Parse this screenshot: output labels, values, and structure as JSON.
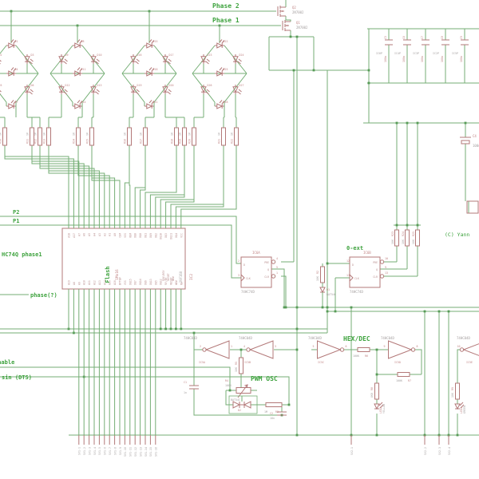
{
  "colors": {
    "wire_green": "#74ae74",
    "symbol_red": "#b37878",
    "label_green": "#3da23d",
    "ref_red": "#c08484",
    "value_gray": "#a5a0a0",
    "background": "#ffffff"
  },
  "labels": {
    "phase2": "Phase 2",
    "phase1": "Phase 1",
    "p2": "P2",
    "p1": "P1",
    "hc74q": "HC74Q phase1",
    "phase_q": "phase(?)",
    "enable": "enable",
    "sin": "sin (DTS)",
    "zero_ext": "0-ext",
    "pwm_osc": "PWM OSC",
    "hex_dec": "HEX/DEC",
    "copyright": "(C) Yann"
  },
  "flash": {
    "name": "Flash",
    "value": "1Mx16",
    "ref": "IC2",
    "part": "29F160",
    "side_pins": [
      "RDY/BSY",
      "RESET",
      "WE#"
    ],
    "top_pins": [
      "A18",
      "A17",
      "A7",
      "A6",
      "A5",
      "A4",
      "A3",
      "A2",
      "A1",
      "A0",
      "CE#",
      "VSS",
      "OE#",
      "DQ0",
      "DQ8",
      "DQ1",
      "DQ9",
      "DQ2",
      "DQ10",
      "DQ3",
      "DQ11",
      "DQ4",
      "VCC"
    ],
    "bottom_pins": [
      "A19",
      "A8",
      "A9",
      "A10",
      "A11",
      "A12",
      "A13",
      "A14",
      "A15",
      "A16",
      "BYTE#",
      "VSS",
      "DQ15",
      "DQ7",
      "DQ14",
      "DQ6",
      "DQ13",
      "DQ5",
      "DQ12",
      "RY/BY",
      "RESET",
      "WE#",
      "NC"
    ]
  },
  "transistors": [
    {
      "ref": "Q2",
      "value": "2N7002"
    },
    {
      "ref": "Q1",
      "value": "2N7002"
    }
  ],
  "bypass_caps": {
    "value": "100n",
    "refs": [
      "C5",
      "C6",
      "C7",
      "C8",
      "C9"
    ],
    "power_labels": [
      "IC6P",
      "IC4P",
      "IC3P",
      "IC2P",
      "IC5P"
    ]
  },
  "cap_c4": {
    "ref": "C4",
    "value": "100u"
  },
  "led_resistors": {
    "value": "1K",
    "refs": [
      "R10",
      "R11",
      "R12",
      "R13",
      "R14",
      "R15",
      "R16",
      "R17",
      "R18",
      "R19",
      "R20",
      "R21",
      "R22"
    ]
  },
  "pullups": {
    "value": "10K",
    "refs": [
      "R23",
      "R24",
      "R25"
    ]
  },
  "flipflops": [
    {
      "ref": "IC6A",
      "value": "74HC74D"
    },
    {
      "ref": "IC6B",
      "value": "74HC74D"
    }
  ],
  "ff_pins": {
    "labels": [
      "D",
      "CLK",
      "PRE",
      "Q",
      "CLR"
    ],
    "numbers": [
      [
        "2",
        "3",
        "4",
        "5",
        "1"
      ],
      [
        "12",
        "11",
        "10",
        "9",
        "13"
      ]
    ]
  },
  "inverters": {
    "value": "74HC04D",
    "refs": [
      "IC5A",
      "IC5B",
      "IC5C",
      "IC5D",
      "IC5E"
    ],
    "pins": [
      [
        "2",
        "1"
      ],
      [
        "4",
        "3"
      ],
      [
        "6",
        "5"
      ],
      [
        "8",
        "9"
      ],
      [
        "10",
        "11"
      ]
    ]
  },
  "pwm": {
    "r5": {
      "ref": "R5",
      "value": "10K"
    },
    "r4": {
      "ref": "R4",
      "value": "100K"
    },
    "d2": {
      "ref": "D2",
      "value": "BAT54C"
    },
    "c1": {
      "ref": "C1",
      "value": "1n"
    },
    "r3": {
      "ref": "R3",
      "value": "1M"
    },
    "c2": {
      "ref": "C2",
      "value": "10n"
    }
  },
  "hexdec": {
    "r6": {
      "ref": "R6",
      "value": "100K"
    },
    "r7": {
      "ref": "R7",
      "value": "100K"
    },
    "r8": {
      "ref": "R8",
      "value": "6K8"
    },
    "r9": {
      "ref": "R9",
      "value": "10K"
    },
    "r2": {
      "ref": "R2",
      "value": "10K"
    },
    "d1": {
      "ref": "D1",
      "value": "BAT54C"
    },
    "led_a": {
      "ref": "LED2",
      "value": "YELLOW"
    },
    "led_b": {
      "ref": "LED3",
      "value": "GREEN"
    }
  },
  "cluster_leds": [
    "D1",
    "D2",
    "D3",
    "D4",
    "D5",
    "D6",
    "D7",
    "D8",
    "D9",
    "D10",
    "D11",
    "D12",
    "D13",
    "D14",
    "D15",
    "D16",
    "D17",
    "D18",
    "D19",
    "D20",
    "D21",
    "D22",
    "D23",
    "D24",
    "D25",
    "D26",
    "D27",
    "D28"
  ],
  "connectors": {
    "sv1": [
      "SV1-1",
      "SV1-2",
      "SV1-3",
      "SV1-4",
      "SV1-5",
      "SV1-6",
      "SV1-7",
      "SV1-8",
      "SV1-9",
      "SV1-10",
      "SV1-11",
      "SV1-12",
      "SV1-13",
      "SV1-14",
      "SV1-15",
      "SV1-16"
    ],
    "sv2": [
      "SV2-1",
      "SV2-2",
      "SV2-3",
      "SV2-4"
    ]
  }
}
